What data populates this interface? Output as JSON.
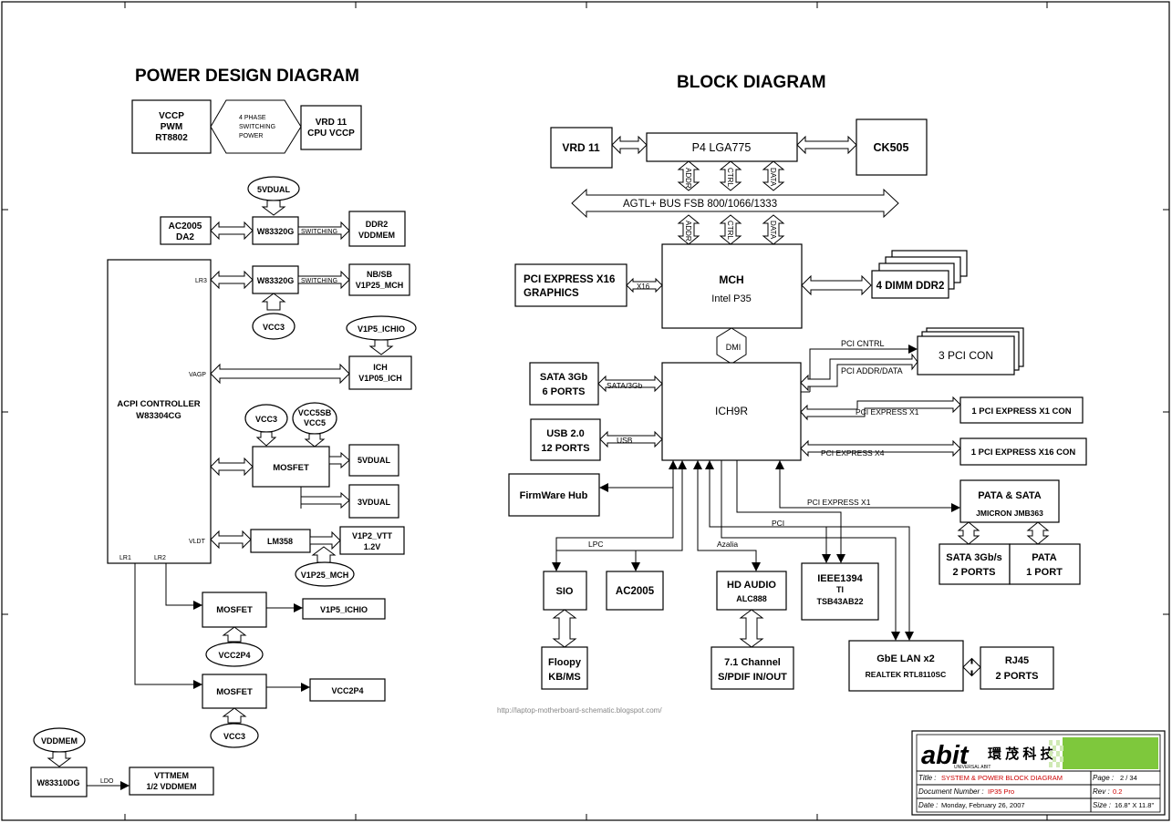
{
  "power": {
    "title": "POWER DESIGN DIAGRAM",
    "vccp_pwm": [
      "VCCP",
      "PWM",
      "RT8802"
    ],
    "four_phase": [
      "4 PHASE",
      "SWITCHING",
      "POWER"
    ],
    "vrd11_cpu": [
      "VRD 11",
      "CPU VCCP"
    ],
    "fivevdual_oval": "5VDUAL",
    "ac2005_da2": [
      "AC2005",
      "DA2"
    ],
    "w83320g_a": "W83320G",
    "switching_a": "SWITCHING",
    "ddr2_vddmem": [
      "DDR2",
      "VDDMEM"
    ],
    "lr3": "LR3",
    "w83320g_b": "W83320G",
    "switching_b": "SWITCHING",
    "nbsb": [
      "NB/SB",
      "V1P25_MCH"
    ],
    "vcc3_oval_a": "VCC3",
    "v1p5_ichio_oval": "V1P5_ICHIO",
    "vagp": "VAGP",
    "ich_box": [
      "ICH",
      "V1P05_ICH"
    ],
    "acpi": [
      "ACPI CONTROLLER",
      "W83304CG"
    ],
    "vcc3_oval_b": "VCC3",
    "vcc5sb_oval": [
      "VCC5SB",
      "VCC5"
    ],
    "mosfet_a": "MOSFET",
    "out_5vdual": "5VDUAL",
    "out_3vdual": "3VDUAL",
    "vldt": "VLDT",
    "lm358": "LM358",
    "v1p2_vtt": [
      "V1P2_VTT",
      "1.2V"
    ],
    "v1p25_oval": "V1P25_MCH",
    "lr1": "LR1",
    "lr2": "LR2",
    "mosfet_b": "MOSFET",
    "v1p5_ichio_box": "V1P5_ICHIO",
    "vcc2p4_oval": "VCC2P4",
    "mosfet_c": "MOSFET",
    "vcc2p4_box": "VCC2P4",
    "vcc3_oval_c": "VCC3",
    "vddmem_oval": "VDDMEM",
    "w83310dg": "W83310DG",
    "ldo": "LDO",
    "vttmem": [
      "VTTMEM",
      "1/2  VDDMEM"
    ]
  },
  "block": {
    "title": "BLOCK DIAGRAM",
    "vrd11": "VRD 11",
    "cpu": "P4 LGA775",
    "ck505": "CK505",
    "addr": "ADDR",
    "ctrl": "CTRL",
    "data": "DATA",
    "fsb": "AGTL+ BUS      FSB 800/1066/1333",
    "mch": [
      "MCH",
      "Intel P35"
    ],
    "pcie_gfx": [
      "PCI EXPRESS X16",
      "GRAPHICS"
    ],
    "x16": "X16",
    "dimm": "4 DIMM DDR2",
    "dmi": "DMI",
    "pci_cntrl": "PCI CNTRL",
    "pci_addr": "PCI ADDR/DATA",
    "pci_con": "3 PCI CON",
    "sata": [
      "SATA 3Gb",
      "6 PORTS"
    ],
    "sata_link": "SATA/3Gb",
    "ich9r": "ICH9R",
    "pcie_x1_label": "PCI EXPRESS X1",
    "pcie_x1_con": "1 PCI  EXPRESS  X1  CON",
    "usb": [
      "USB 2.0",
      "12 PORTS"
    ],
    "usb_link": "USB",
    "pcie_x4_label": "PCI EXPRESS X4",
    "pcie_x16_con": "1 PCI  EXPRESS  X16  CON",
    "fwh": "FirmWare Hub",
    "pcie_x1_b": "PCI EXPRESS X1",
    "pata_sata": [
      "PATA & SATA",
      "JMICRON JMB363"
    ],
    "pci_label": "PCI",
    "lpc": "LPC",
    "azalia": "Azalia",
    "sio": "SIO",
    "ac2005": "AC2005",
    "hd_audio": [
      "HD AUDIO",
      "ALC888"
    ],
    "ieee1394": [
      "IEEE1394",
      "TI",
      "TSB43AB22"
    ],
    "sata_ports": [
      "SATA 3Gb/s",
      "2 PORTS"
    ],
    "pata_port": [
      "PATA",
      "1 PORT"
    ],
    "floppy": [
      "Floopy",
      "KB/MS"
    ],
    "channel": [
      "7.1 Channel",
      "S/PDIF IN/OUT"
    ],
    "gbe": [
      "GbE LAN x2",
      "REALTEK RTL8110SC"
    ],
    "rj45": [
      "RJ45",
      "2 PORTS"
    ],
    "watermark": "http://laptop-motherboard-schematic.blogspot.com/"
  },
  "titleblock": {
    "logo": "abit",
    "logo_sub": "UNIVERSAL ABIT",
    "chinese": "環 茂 科 技",
    "title_label": "Title :",
    "title_value": "SYSTEM & POWER BLOCK DIAGRAM",
    "docnum_label": "Document Number :",
    "docnum_value": "IP35 Pro",
    "date_label": "Date :",
    "date_value": "Monday, February 26, 2007",
    "page_label": "Page :",
    "page_value": "2    /  34",
    "rev_label": "Rev :",
    "rev_value": "0.2",
    "size_label": "Size :",
    "size_value": "16.8\" X 11.8\""
  },
  "colors": {
    "red": "#cc0000",
    "green": "#7ec83c",
    "pale_green": "#cfe9b4"
  }
}
